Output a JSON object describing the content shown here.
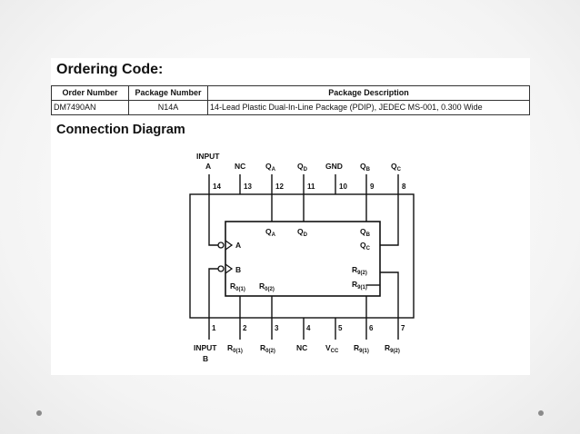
{
  "ordering": {
    "title": "Ordering Code:",
    "headers": [
      "Order Number",
      "Package Number",
      "Package Description"
    ],
    "row": [
      "DM7490AN",
      "N14A",
      "14-Lead Plastic Dual-In-Line Package (PDIP), JEDEC MS-001, 0.300 Wide"
    ]
  },
  "diagram": {
    "title": "Connection Diagram",
    "top_pins": [
      {
        "num": "14",
        "label": "INPUT",
        "label2": "A"
      },
      {
        "num": "13",
        "label": "NC"
      },
      {
        "num": "12",
        "label": "Q",
        "sub": "A"
      },
      {
        "num": "11",
        "label": "Q",
        "sub": "D"
      },
      {
        "num": "10",
        "label": "GND"
      },
      {
        "num": "9",
        "label": "Q",
        "sub": "B"
      },
      {
        "num": "8",
        "label": "Q",
        "sub": "C"
      }
    ],
    "bottom_pins": [
      {
        "num": "1",
        "label": "INPUT",
        "label2": "B"
      },
      {
        "num": "2",
        "label": "R",
        "sub": "0(1)"
      },
      {
        "num": "3",
        "label": "R",
        "sub": "0(2)"
      },
      {
        "num": "4",
        "label": "NC"
      },
      {
        "num": "5",
        "label": "V",
        "sub": "CC"
      },
      {
        "num": "6",
        "label": "R",
        "sub": "9(1)"
      },
      {
        "num": "7",
        "label": "R",
        "sub": "9(2)"
      }
    ],
    "inner": {
      "qa": {
        "label": "Q",
        "sub": "A"
      },
      "qd": {
        "label": "Q",
        "sub": "D"
      },
      "qb": {
        "label": "Q",
        "sub": "B"
      },
      "qc": {
        "label": "Q",
        "sub": "C"
      },
      "a": "A",
      "b": "B",
      "r01": {
        "label": "R",
        "sub": "0(1)"
      },
      "r02": {
        "label": "R",
        "sub": "0(2)"
      },
      "r92": {
        "label": "R",
        "sub": "9(2)"
      },
      "r91": {
        "label": "R",
        "sub": "9(1)"
      }
    }
  }
}
